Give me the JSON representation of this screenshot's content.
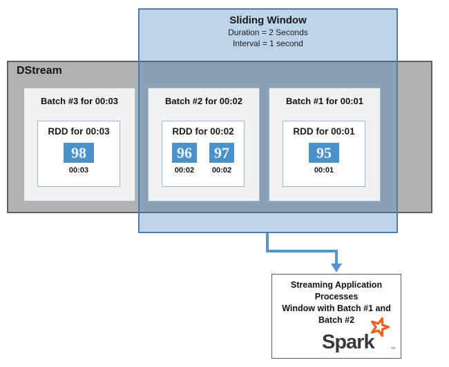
{
  "sliding_window": {
    "title": "Sliding Window",
    "duration_label": "Duration = 2 Seconds",
    "interval_label": "Interval = 1 second"
  },
  "dstream": {
    "label": "DStream",
    "batches": [
      {
        "title": "Batch #3 for 00:03",
        "rdd_title": "RDD for 00:03",
        "in_window": false,
        "items": [
          {
            "value": "98",
            "time": "00:03"
          }
        ]
      },
      {
        "title": "Batch #2 for 00:02",
        "rdd_title": "RDD for 00:02",
        "in_window": true,
        "items": [
          {
            "value": "96",
            "time": "00:02"
          },
          {
            "value": "97",
            "time": "00:02"
          }
        ]
      },
      {
        "title": "Batch #1 for 00:01",
        "rdd_title": "RDD for 00:01",
        "in_window": true,
        "items": [
          {
            "value": "95",
            "time": "00:01"
          }
        ]
      }
    ]
  },
  "output_box": {
    "lines": [
      "Streaming Application",
      "Processes",
      "Window with Batch #1 and",
      "Batch #2"
    ],
    "logo_text": "Spark",
    "logo_tm": "™"
  },
  "colors": {
    "window_fill_base": "#3B7DBD",
    "window_border": "#4A7AA8",
    "dstream_fill": "#B2B2B2",
    "dstream_border": "#606060",
    "batch_fill": "#F1F1F1",
    "batch_border": "#96B9DA",
    "rdd_square_fill": "#4B92CB",
    "arrow": "#5694D0",
    "output_border": "#595959",
    "spark_text": "#3A383C",
    "spark_star_orange": "#E8611C"
  }
}
